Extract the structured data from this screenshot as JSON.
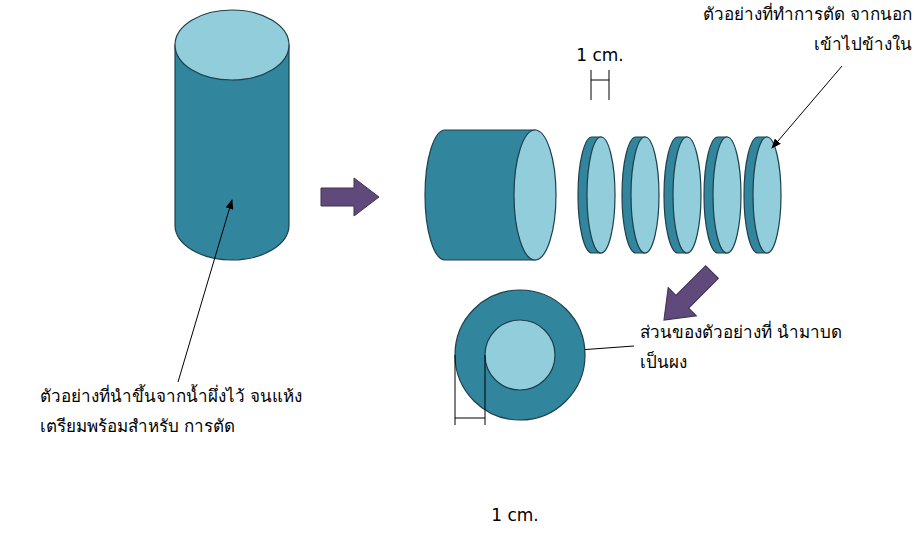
{
  "diagram": {
    "labels": [
      "ตัวอย่างที่ทำการตัด จากนอกเข้าไปข้างใน",
      "1 cm.",
      "ตัวอย่างที่นำขึ้นจากน้ำผึ่งไว้ จนแห้ง เตรียมพร้อมสำหรับ การตัด",
      "ส่วนของตัวอย่างที่ นำมาบดเป็นผง",
      "1 cm."
    ]
  }
}
